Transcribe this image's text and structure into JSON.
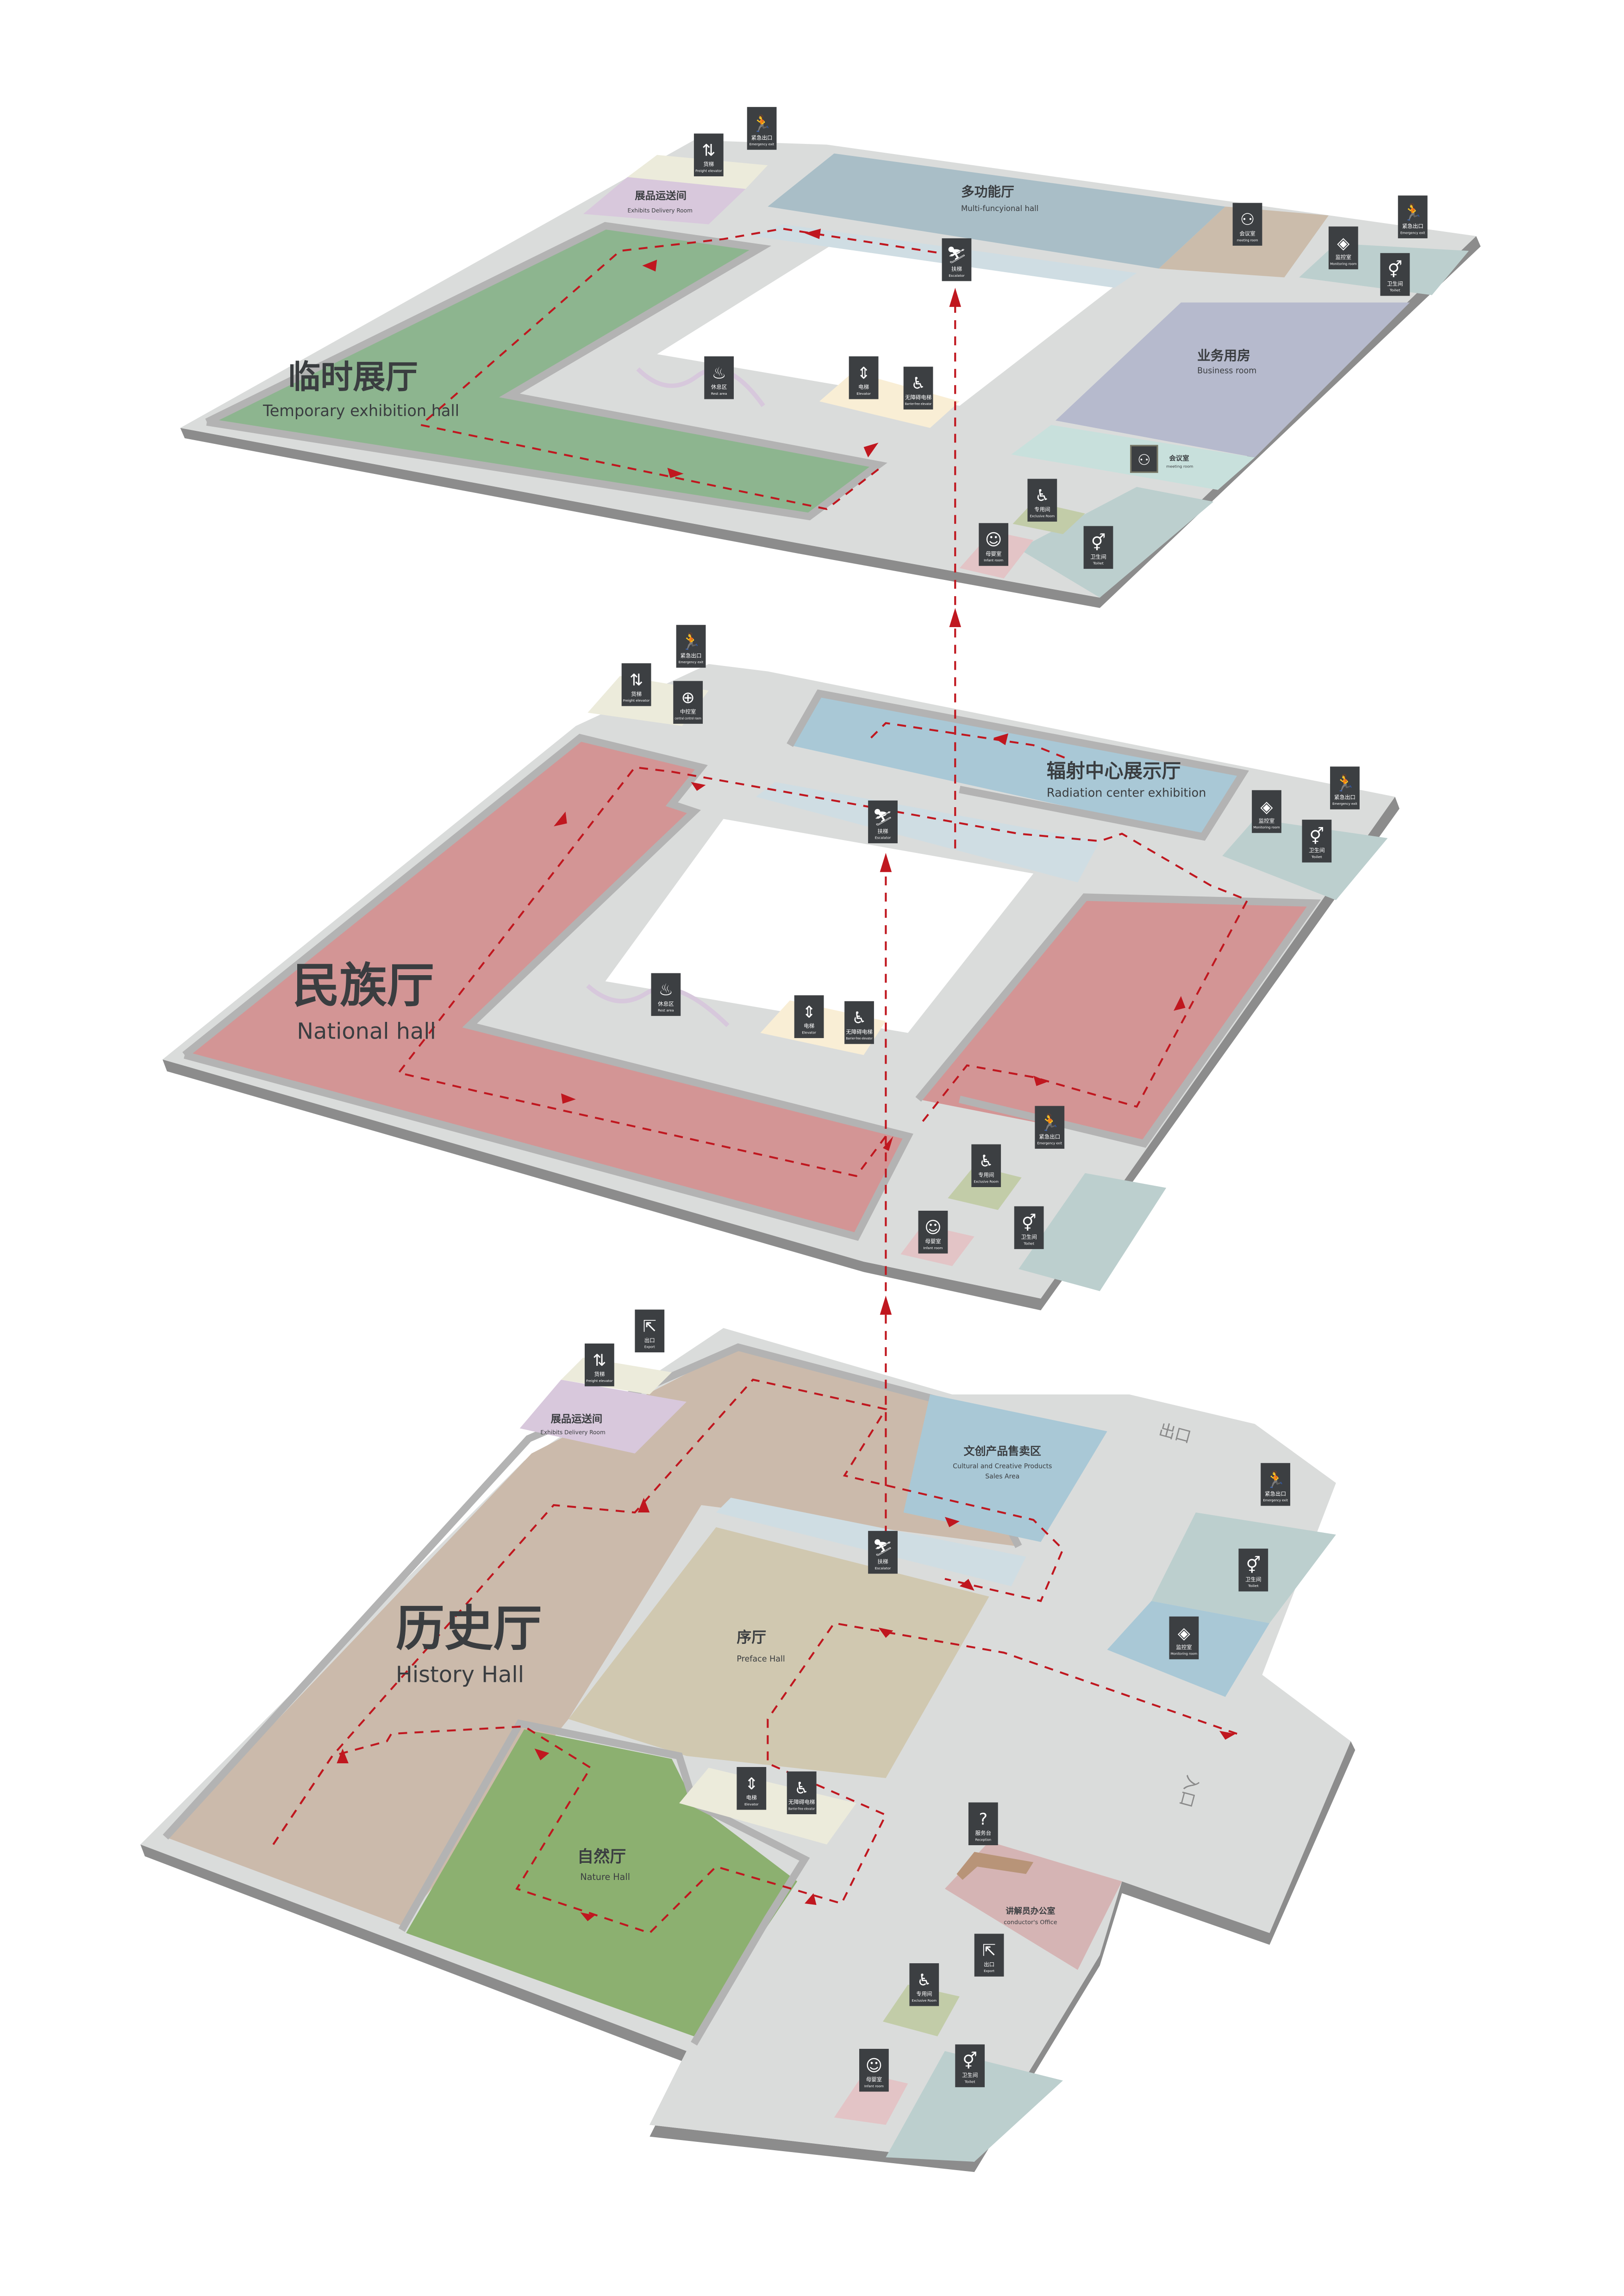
{
  "colors": {
    "route": "#c0171f",
    "floor": "#dadcdb",
    "sign": "#3c3f42",
    "temporary_hall": "#8db58f",
    "national_hall": "#d39595",
    "history_hall": "#cbbaab",
    "preface_hall": "#d0c8b0",
    "nature_hall": "#8cb070",
    "multi_hall": "#a9bec7",
    "business_room": "#b6bacd",
    "radiation_hall": "#a9c8d6",
    "cultural_area": "#a9c8d6",
    "delivery_room": "#d8c8dc",
    "conductor_office": "#d5b4b4"
  },
  "floor3": {
    "temporary_hall": {
      "cn": "临时展厅",
      "en": "Temporary exhibition hall"
    },
    "multi_hall": {
      "cn": "多功能厅",
      "en": "Multi-funcyional hall"
    },
    "delivery_room": {
      "cn": "展品运送间",
      "en": "Exhibits Delivery Room"
    },
    "business_room": {
      "cn": "业务用房",
      "en": "Business room"
    },
    "meeting_room": {
      "cn": "会议室",
      "en": "meeting room"
    }
  },
  "floor2": {
    "national_hall": {
      "cn": "民族厅",
      "en": "National hall"
    },
    "radiation_hall": {
      "cn": "辐射中心展示厅",
      "en": "Radiation center exhibition"
    }
  },
  "floor1": {
    "history_hall": {
      "cn": "历史厅",
      "en": "History Hall"
    },
    "preface_hall": {
      "cn": "序厅",
      "en": "Preface Hall"
    },
    "nature_hall": {
      "cn": "自然厅",
      "en": "Nature Hall"
    },
    "cultural_area": {
      "cn": "文创产品售卖区",
      "en1": "Cultural and Creative Products",
      "en2": "Sales Area"
    },
    "delivery_room": {
      "cn": "展品运送间",
      "en": "Exhibits Delivery Room"
    },
    "conductor_office": {
      "cn": "讲解员办公室",
      "en": "conductor's Office"
    },
    "exit_floor": "出口",
    "entrance_floor": "入口"
  },
  "signs": [
    {
      "icon": "freight-elevator-icon",
      "cn": "货梯",
      "en": "Freight elevator"
    },
    {
      "icon": "emergency-exit-icon",
      "cn": "紧急出口",
      "en": "Emergency exit"
    },
    {
      "icon": "escalator-icon",
      "cn": "扶梯",
      "en": "Escalator"
    },
    {
      "icon": "meeting-room-icon",
      "cn": "会议室",
      "en": "meeting room"
    },
    {
      "icon": "monitoring-room-icon",
      "cn": "监控室",
      "en": "Monitoring room"
    },
    {
      "icon": "emergency-exit-icon",
      "cn": "紧急出口",
      "en": "Emergency exit"
    },
    {
      "icon": "toilet-icon",
      "cn": "卫生间",
      "en": "Toilet"
    },
    {
      "icon": "rest-area-icon",
      "cn": "休息区",
      "en": "Rest area"
    },
    {
      "icon": "elevator-icon",
      "cn": "电梯",
      "en": "Elevator"
    },
    {
      "icon": "barrier-free-elevator-icon",
      "cn": "无障碍电梯",
      "en": "Barrier-free elevator"
    },
    {
      "icon": "exclusive-room-icon",
      "cn": "专用间",
      "en": "Exclusive Room"
    },
    {
      "icon": "infant-room-icon",
      "cn": "母婴室",
      "en": "Infant room"
    },
    {
      "icon": "toilet-icon",
      "cn": "卫生间",
      "en": "Toilet"
    },
    {
      "icon": "freight-elevator-icon",
      "cn": "货梯",
      "en": "Freight elevator"
    },
    {
      "icon": "emergency-exit-icon",
      "cn": "紧急出口",
      "en": "Emergency exit"
    },
    {
      "icon": "central-control-icon",
      "cn": "中控室",
      "en": "central control room"
    },
    {
      "icon": "escalator-icon",
      "cn": "扶梯",
      "en": "Escalator"
    },
    {
      "icon": "monitoring-room-icon",
      "cn": "监控室",
      "en": "Monitoring room"
    },
    {
      "icon": "emergency-exit-icon",
      "cn": "紧急出口",
      "en": "Emergency exit"
    },
    {
      "icon": "toilet-icon",
      "cn": "卫生间",
      "en": "Toilet"
    },
    {
      "icon": "rest-area-icon",
      "cn": "休息区",
      "en": "Rest area"
    },
    {
      "icon": "elevator-icon",
      "cn": "电梯",
      "en": "Elevator"
    },
    {
      "icon": "barrier-free-elevator-icon",
      "cn": "无障碍电梯",
      "en": "Barrier-free elevator"
    },
    {
      "icon": "emergency-exit-icon",
      "cn": "紧急出口",
      "en": "Emergency exit"
    },
    {
      "icon": "exclusive-room-icon",
      "cn": "专用间",
      "en": "Exclusive Room"
    },
    {
      "icon": "infant-room-icon",
      "cn": "母婴室",
      "en": "Infant room"
    },
    {
      "icon": "toilet-icon",
      "cn": "卫生间",
      "en": "Toilet"
    },
    {
      "icon": "freight-elevator-icon",
      "cn": "货梯",
      "en": "Freight elevator"
    },
    {
      "icon": "exit-icon",
      "cn": "出口",
      "en": "Export"
    },
    {
      "icon": "escalator-icon",
      "cn": "扶梯",
      "en": "Escalator"
    },
    {
      "icon": "emergency-exit-icon",
      "cn": "紧急出口",
      "en": "Emergency exit"
    },
    {
      "icon": "toilet-icon",
      "cn": "卫生间",
      "en": "Toilet"
    },
    {
      "icon": "monitoring-room-icon",
      "cn": "监控室",
      "en": "Monitoring room"
    },
    {
      "icon": "elevator-icon",
      "cn": "电梯",
      "en": "Elevator"
    },
    {
      "icon": "barrier-free-elevator-icon",
      "cn": "无障碍电梯",
      "en": "Barrier-free elevator"
    },
    {
      "icon": "reception-icon",
      "cn": "服务台",
      "en": "Reception"
    },
    {
      "icon": "exit-icon",
      "cn": "出口",
      "en": "Export"
    },
    {
      "icon": "exclusive-room-icon",
      "cn": "专用间",
      "en": "Exclusive Room"
    },
    {
      "icon": "infant-room-icon",
      "cn": "母婴室",
      "en": "Infant room"
    },
    {
      "icon": "toilet-icon",
      "cn": "卫生间",
      "en": "Toilet"
    }
  ]
}
